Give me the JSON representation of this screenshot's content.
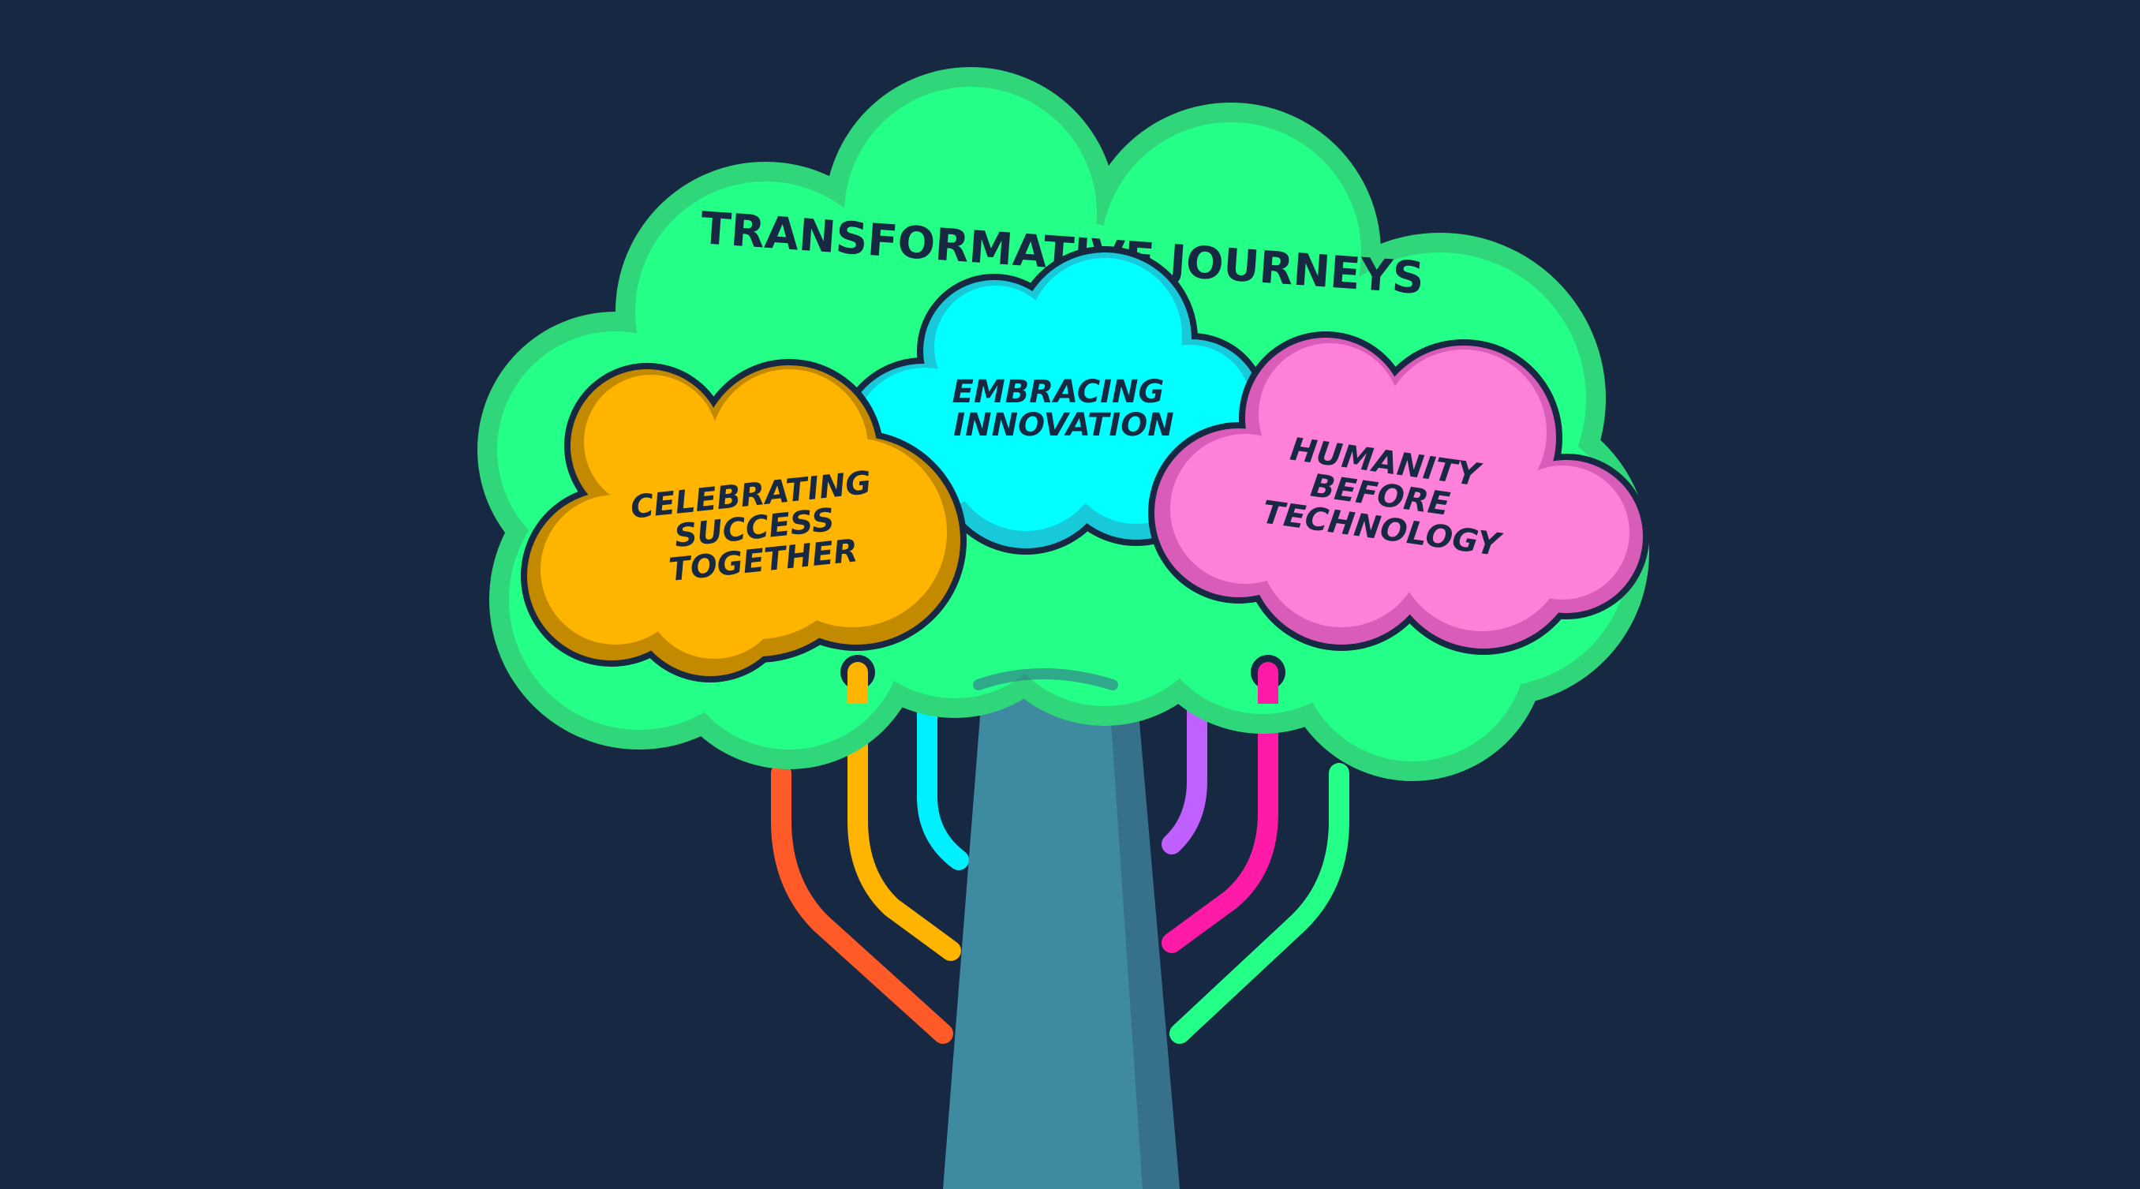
{
  "title": "TRANSFORMATIVE JOURNEYS",
  "clouds": [
    {
      "name": "celebrating",
      "lines": [
        "CELEBRATING",
        "SUCCESS",
        "TOGETHER"
      ],
      "fill": "#FFB400",
      "rim": "#C38A00"
    },
    {
      "name": "innovation",
      "lines": [
        "EMBRACING",
        "INNOVATION"
      ],
      "fill": "#00FFFF",
      "rim": "#18C9DA"
    },
    {
      "name": "humanity",
      "lines": [
        "HUMANITY",
        "BEFORE",
        "TECHNOLOGY"
      ],
      "fill": "#FF80D8",
      "rim": "#D95DB8"
    }
  ],
  "colors": {
    "background": "#172842",
    "canopy": "#24FF88",
    "canopy_rim": "#2FD67A",
    "trunk": "#3E8AA0",
    "trunk_shade": "#36708A",
    "outline": "#172842",
    "branches": [
      "#FF5A28",
      "#FFB400",
      "#00F0FF",
      "#C060FF",
      "#FF1AA8",
      "#24FF88"
    ]
  }
}
